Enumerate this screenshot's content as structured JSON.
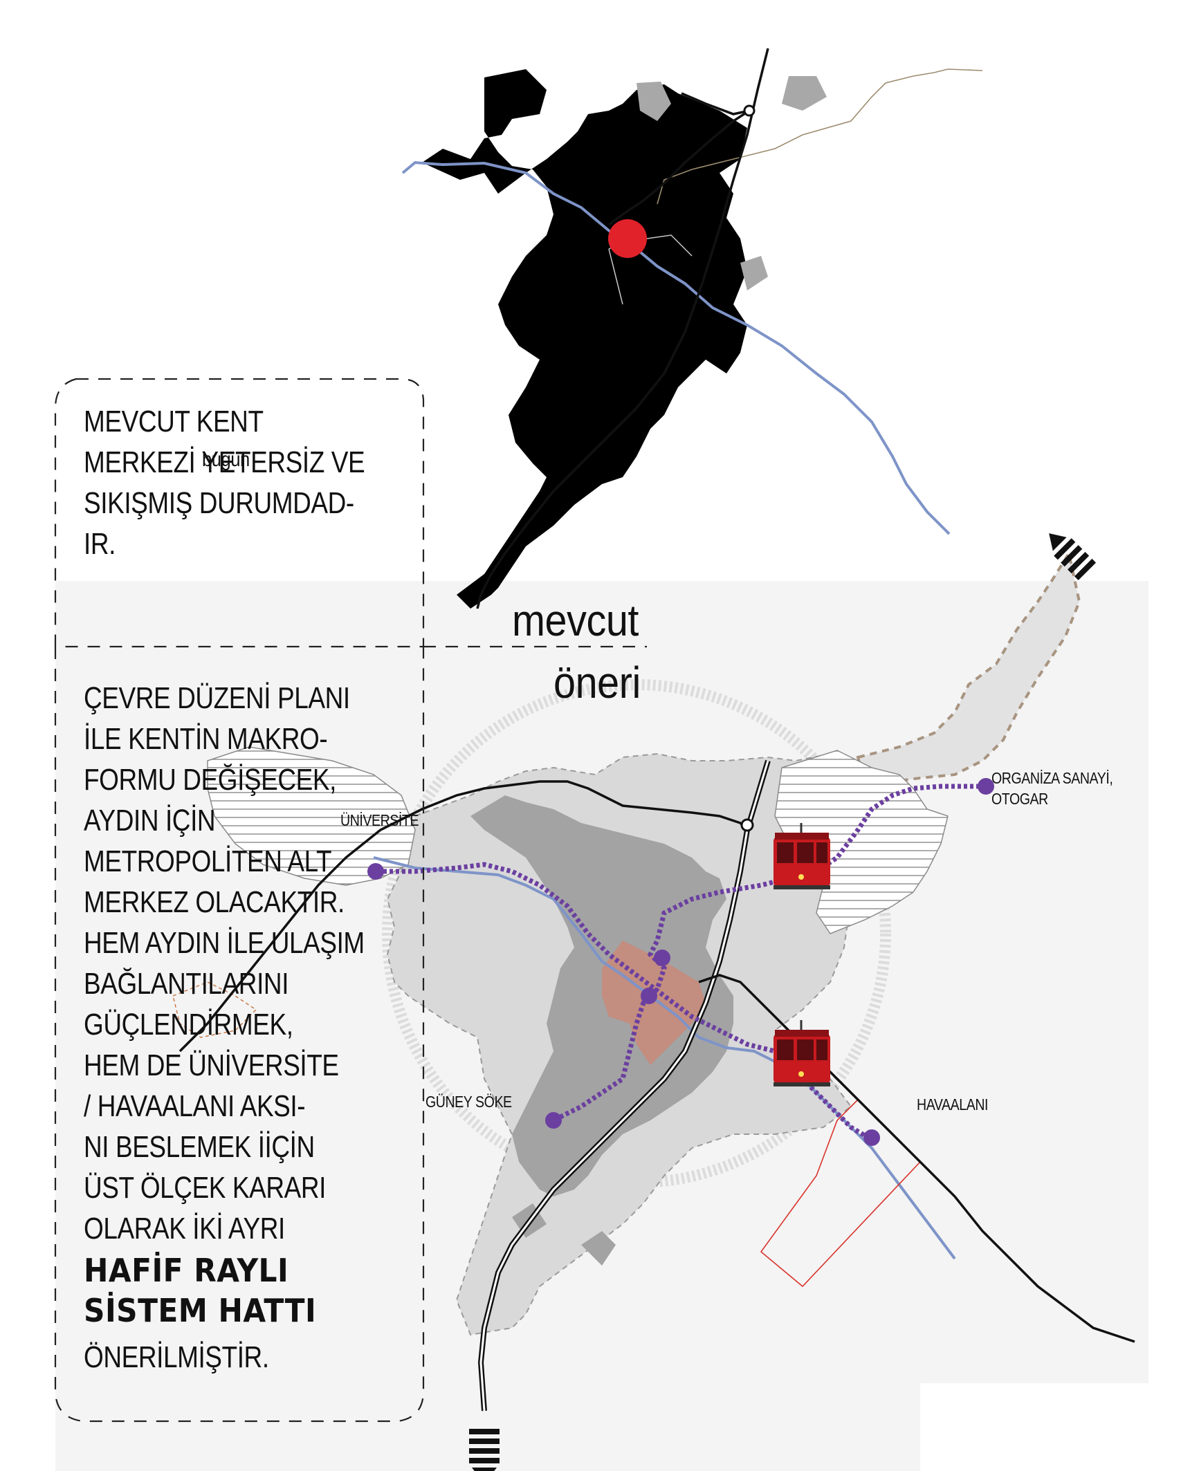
{
  "colors": {
    "city_current": "#a8a8a9",
    "city_proposed_light": "#d9d9da",
    "city_proposed_dark": "#a3a3a4",
    "river": "#7e94c8",
    "rail": "#111111",
    "center_red": "#e1222a",
    "center_zone": "#c98a7a",
    "lrt_line": "#6b3fa0",
    "hatch": "#8a8a8a",
    "airport_outline": "#d9332b",
    "coast": "#a89480"
  },
  "labels": {
    "bugun": "bugün",
    "mevcut": "mevcut",
    "oneri": "öneri",
    "universite": "ÜNİVERSİTE",
    "organize_1": "ORGANİZA SANAYİ,",
    "organize_2": "OTOGAR",
    "guney_soke": "GÜNEY SÖKE",
    "havaalani": "HAVAALANI"
  },
  "box_top": {
    "text": "MEVCUT KENT\nMERKEZİ YETERSİZ VE\nSIKIŞMIŞ DURUMDAD-\nIR."
  },
  "box_bottom": {
    "text": "ÇEVRE DÜZENİ PLANI\nİLE  KENTİN MAKRO-\nFORMU DEĞİŞECEK,\nAYDIN İÇİN\nMETROPOLİTEN ALT\nMERKEZ OLACAKTIR.\nHEM AYDIN İLE ULAŞIM\nBAĞLANTILARINI\nGÜÇLENDİRMEK,\nHEM DE  ÜNİVERSİTE\n/ HAVAALANI AKSI-\nNI BESLEMEK İİÇİN\nÜST ÖLÇEK KARARI\nOLARAK İKİ AYRI",
    "bold": "HAFİF RAYLI\nSİSTEM HATTI",
    "ending": "ÖNERİLMİŞTİR."
  },
  "icons": {
    "tram_1": "tram-icon",
    "tram_2": "tram-icon",
    "rail_arrow_north": "railway-arrow-icon",
    "rail_arrow_south": "railway-arrow-icon"
  }
}
